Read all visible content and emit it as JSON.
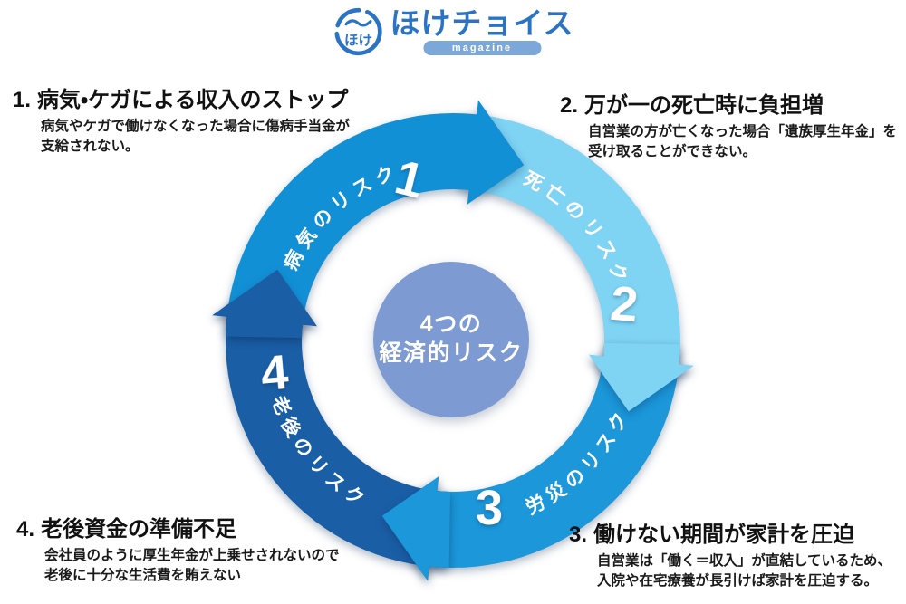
{
  "logo": {
    "brand": "ほけチョイス",
    "badge": "magazine",
    "mark_text": "ほけ"
  },
  "center": {
    "line1": "4つの",
    "line2": "経済的リスク"
  },
  "items": [
    {
      "num": "1",
      "num_label": "1.",
      "title": "病気・ケガによる収入のストップ",
      "desc_lines": [
        "病気やケガで働けなくなった場合に傷病手当金が",
        "支給されない。"
      ],
      "ring_label": "病気のリスク"
    },
    {
      "num": "2",
      "num_label": "2.",
      "title": "万が一の死亡時に負担増",
      "desc_lines": [
        "自営業の方が亡くなった場合「遺族厚生年金」を",
        "受け取ることができない。"
      ],
      "ring_label": "死亡のリスク"
    },
    {
      "num": "3",
      "num_label": "3.",
      "title": "働けない期間が家計を圧迫",
      "desc_lines": [
        "自営業は「働く＝収入」が直結しているため、",
        "入院や在宅療養が長引けば家計を圧迫する。"
      ],
      "ring_label": "労災のリスク"
    },
    {
      "num": "4",
      "num_label": "4.",
      "title": "老後資金の準備不足",
      "desc_lines": [
        "会社員のように厚生年金が上乗せされないので",
        "老後に十分な生活費を賄えない"
      ],
      "ring_label": "老後のリスク"
    }
  ],
  "colors": {
    "segment_sick": "#1290d6",
    "segment_death": "#7fd3f3",
    "segment_injury": "#1b97da",
    "segment_aging": "#1a5ea6",
    "center_circle": "#7d9bd2",
    "logo_blue": "#2b74c5",
    "badge_bg": "#7ba7d9",
    "heading_text": "#111111",
    "label_text": "#ffffff"
  }
}
